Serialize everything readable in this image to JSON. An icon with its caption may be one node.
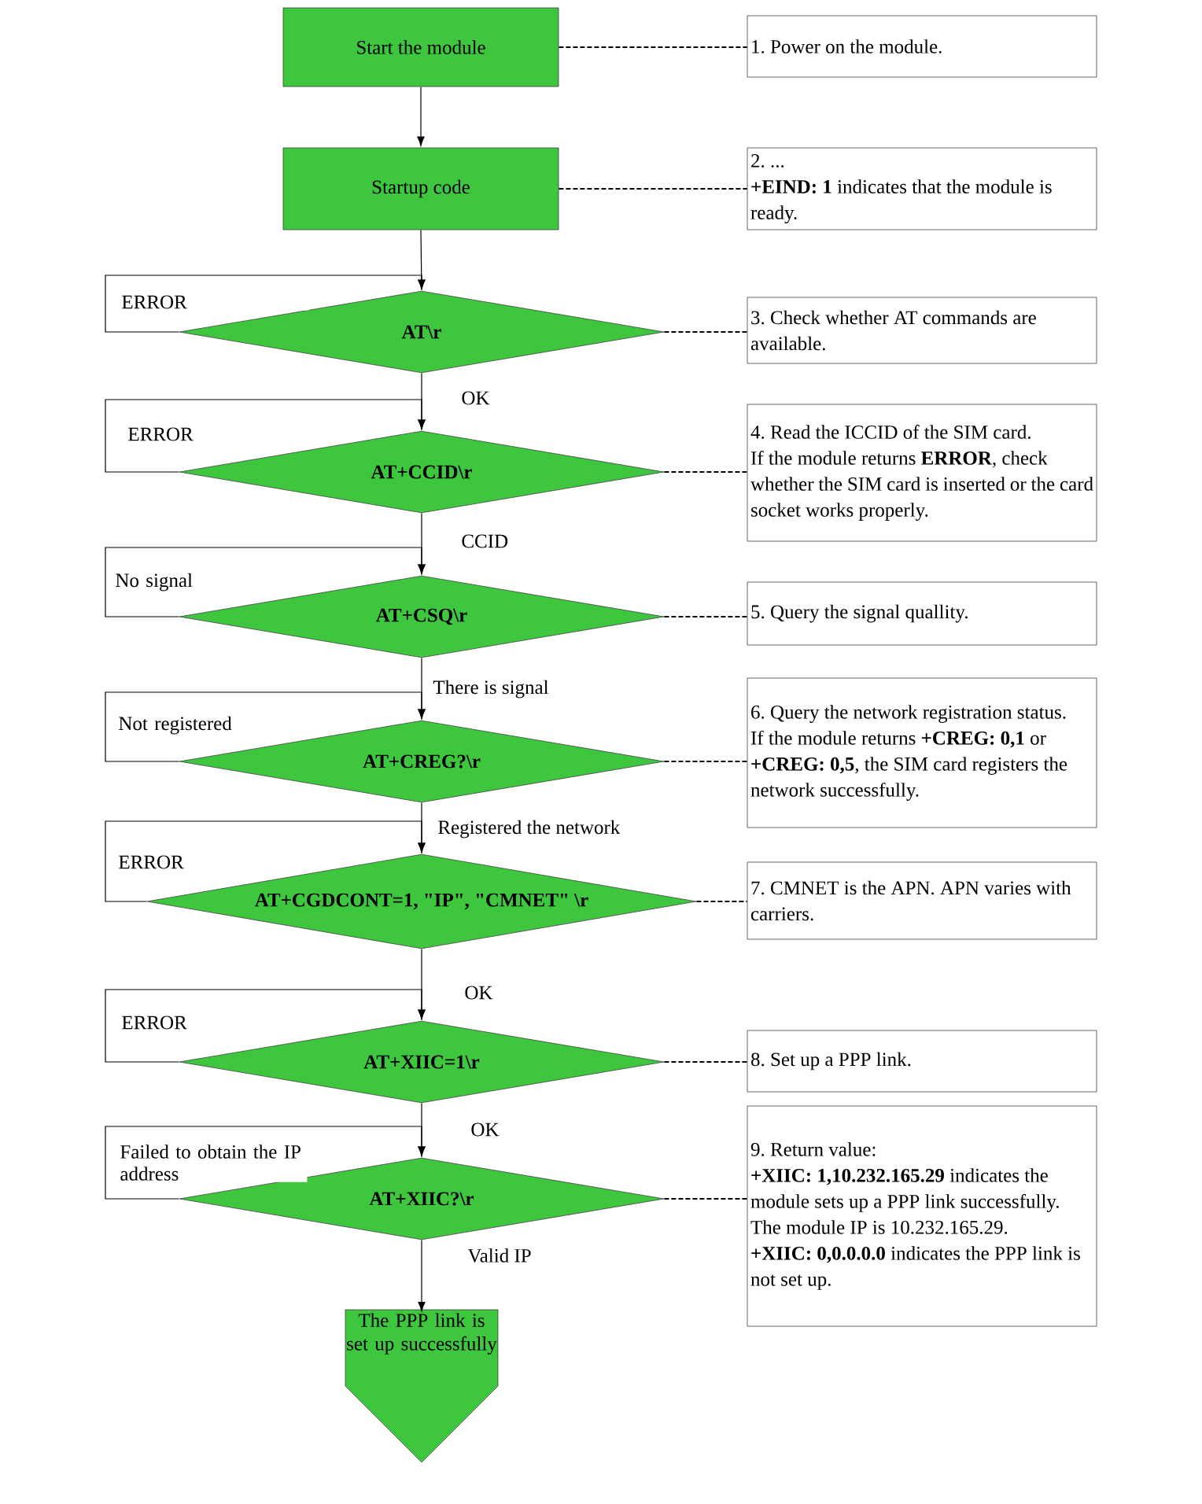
{
  "diagram": {
    "nodes": [
      {
        "text": [
          "Start the module"
        ]
      },
      {
        "text": [
          "1. Power on the module."
        ]
      },
      {
        "text": [
          "Startup code"
        ]
      },
      {
        "text": [
          "2. ...",
          "**+EIND: 1** indicates that the module is ready."
        ]
      },
      {
        "text": [
          "AT\\r"
        ]
      },
      {
        "text": [
          "3. Check whether AT commands are available."
        ]
      },
      {
        "text": [
          "AT+CCID\\r"
        ]
      },
      {
        "text": [
          "4. Read the ICCID of the SIM card.",
          "If the module returns **ERROR**, check whether the SIM card is inserted or the card socket works properly."
        ]
      },
      {
        "text": [
          "AT+CSQ\\r"
        ]
      },
      {
        "text": [
          "5. Query the signal quallity."
        ]
      },
      {
        "text": [
          "AT+CREG?\\r"
        ]
      },
      {
        "text": [
          "6. Query the network registration status.",
          "If the module returns **+CREG: 0,1** or **+CREG: 0,5**, the SIM card registers the network successfully."
        ]
      },
      {
        "text": [
          "AT+CGDCONT=1, \"IP\", \"CMNET\" \\r"
        ]
      },
      {
        "text": [
          "7. CMNET is the APN. APN varies with carriers."
        ]
      },
      {
        "text": [
          "AT+XIIC=1\\r"
        ]
      },
      {
        "text": [
          "8. Set up a PPP link."
        ]
      },
      {
        "text": [
          "AT+XIIC?\\r"
        ]
      },
      {
        "text": [
          "9. Return value:",
          "**+XIIC: 1,10.232.165.29** indicates the module sets up a PPP link successfully.",
          "The module IP is 10.232.165.29.",
          "**+XIIC: 0,0.0.0.0** indicates the PPP link is not set up."
        ]
      },
      {
        "text": [
          "The PPP link is set up successfully"
        ]
      }
    ],
    "edges": [
      {
        "from": 0,
        "to": 2,
        "arrow": "to"
      },
      {
        "from": 2,
        "to": 4,
        "arrow": "to"
      },
      {
        "from": 4,
        "to": 6,
        "arrow": "to",
        "label": "OK"
      },
      {
        "from": 6,
        "to": 8,
        "arrow": "to",
        "label": "CCID"
      },
      {
        "from": 8,
        "to": 10,
        "arrow": "to",
        "label": "There is signal"
      },
      {
        "from": 10,
        "to": 12,
        "arrow": "to",
        "label": "Registered the network"
      },
      {
        "from": 12,
        "to": 14,
        "arrow": "to",
        "label": "OK"
      },
      {
        "from": 14,
        "to": 16,
        "arrow": "to",
        "label": "OK"
      },
      {
        "from": 16,
        "to": 18,
        "arrow": "to",
        "label": "Valid IP"
      },
      {
        "from": 4,
        "to": 4,
        "arrow": "to",
        "label": "ERROR"
      },
      {
        "from": 6,
        "to": 6,
        "arrow": "to",
        "label": "ERROR"
      },
      {
        "from": 8,
        "to": 8,
        "arrow": "to",
        "label": "No signal"
      },
      {
        "from": 10,
        "to": 10,
        "arrow": "to",
        "label": "Not registered"
      },
      {
        "from": 12,
        "to": 12,
        "arrow": "to",
        "label": "ERROR"
      },
      {
        "from": 14,
        "to": 14,
        "arrow": "to",
        "label": "ERROR"
      },
      {
        "from": 16,
        "to": 16,
        "arrow": "to",
        "label": "Failed to obtain the IP address"
      },
      {
        "from": 0,
        "to": 1,
        "arrow": "none",
        "style": "dashed"
      },
      {
        "from": 2,
        "to": 3,
        "arrow": "none",
        "style": "dashed"
      },
      {
        "from": 4,
        "to": 5,
        "arrow": "none",
        "style": "dashed"
      },
      {
        "from": 6,
        "to": 7,
        "arrow": "none",
        "style": "dashed"
      },
      {
        "from": 8,
        "to": 9,
        "arrow": "none",
        "style": "dashed"
      },
      {
        "from": 10,
        "to": 11,
        "arrow": "none",
        "style": "dashed"
      },
      {
        "from": 12,
        "to": 13,
        "arrow": "none",
        "style": "dashed"
      },
      {
        "from": 14,
        "to": 15,
        "arrow": "none",
        "style": "dashed"
      },
      {
        "from": 16,
        "to": 17,
        "arrow": "none",
        "style": "dashed"
      }
    ]
  }
}
